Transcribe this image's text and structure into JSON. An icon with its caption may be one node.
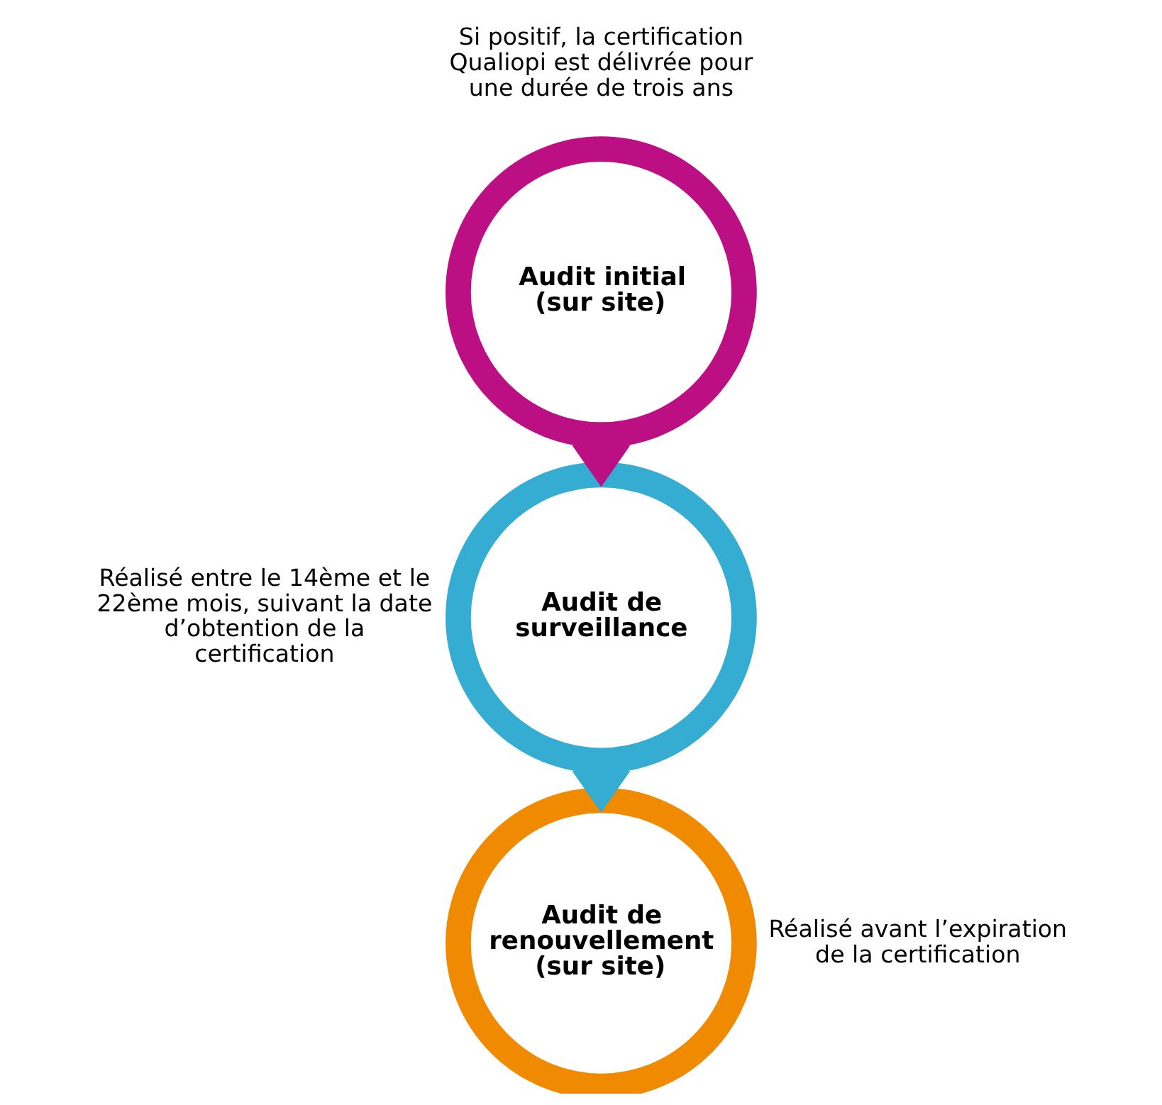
{
  "diagram": {
    "nodes": [
      {
        "text": [
          "Audit initial (sur site)"
        ],
        "beside": [
          "Si positif, la certification Qualiopi est délivrée pour une durée de trois ans"
        ]
      },
      {
        "text": [
          "Audit de surveillance"
        ],
        "beside": [
          "Réalisé entre le 14ème et le 22ème mois, suivant la date d’obtention de la certification"
        ]
      },
      {
        "text": [
          "Audit de renouvellement (sur site)"
        ],
        "beside": [
          "Réalisé avant l’expiration de la certification"
        ]
      }
    ],
    "edges": [
      {
        "from": 0,
        "to": 1,
        "arrow": "to",
        "color": "#bb0f83"
      },
      {
        "from": 1,
        "to": 2,
        "arrow": "to",
        "color": "#35acd2"
      }
    ]
  }
}
